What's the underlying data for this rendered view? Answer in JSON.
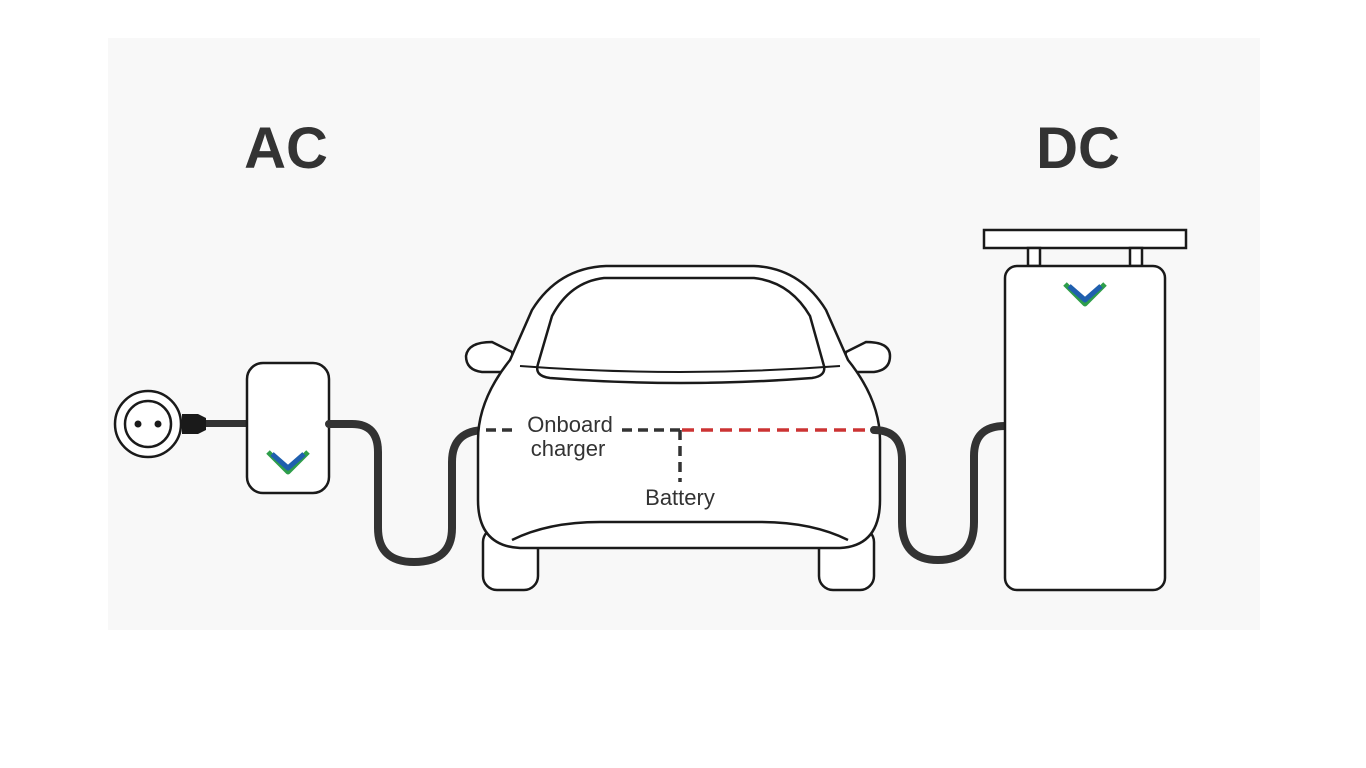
{
  "labels": {
    "ac": "AC",
    "dc": "DC",
    "onboard_line1": "Onboard",
    "onboard_line2": "charger",
    "battery": "Battery"
  },
  "icons": {
    "outlet": "wall-socket-icon",
    "logo": "v-logo-icon"
  },
  "colors": {
    "background": "#ffffff",
    "panel": "#f8f8f8",
    "outline": "#1a1a1a",
    "cable": "#333333",
    "dashed_ac": "#333333",
    "dashed_dc": "#cc3333",
    "logo_blue": "#1f5fae",
    "logo_green": "#2e9e4a",
    "text": "#333333"
  }
}
